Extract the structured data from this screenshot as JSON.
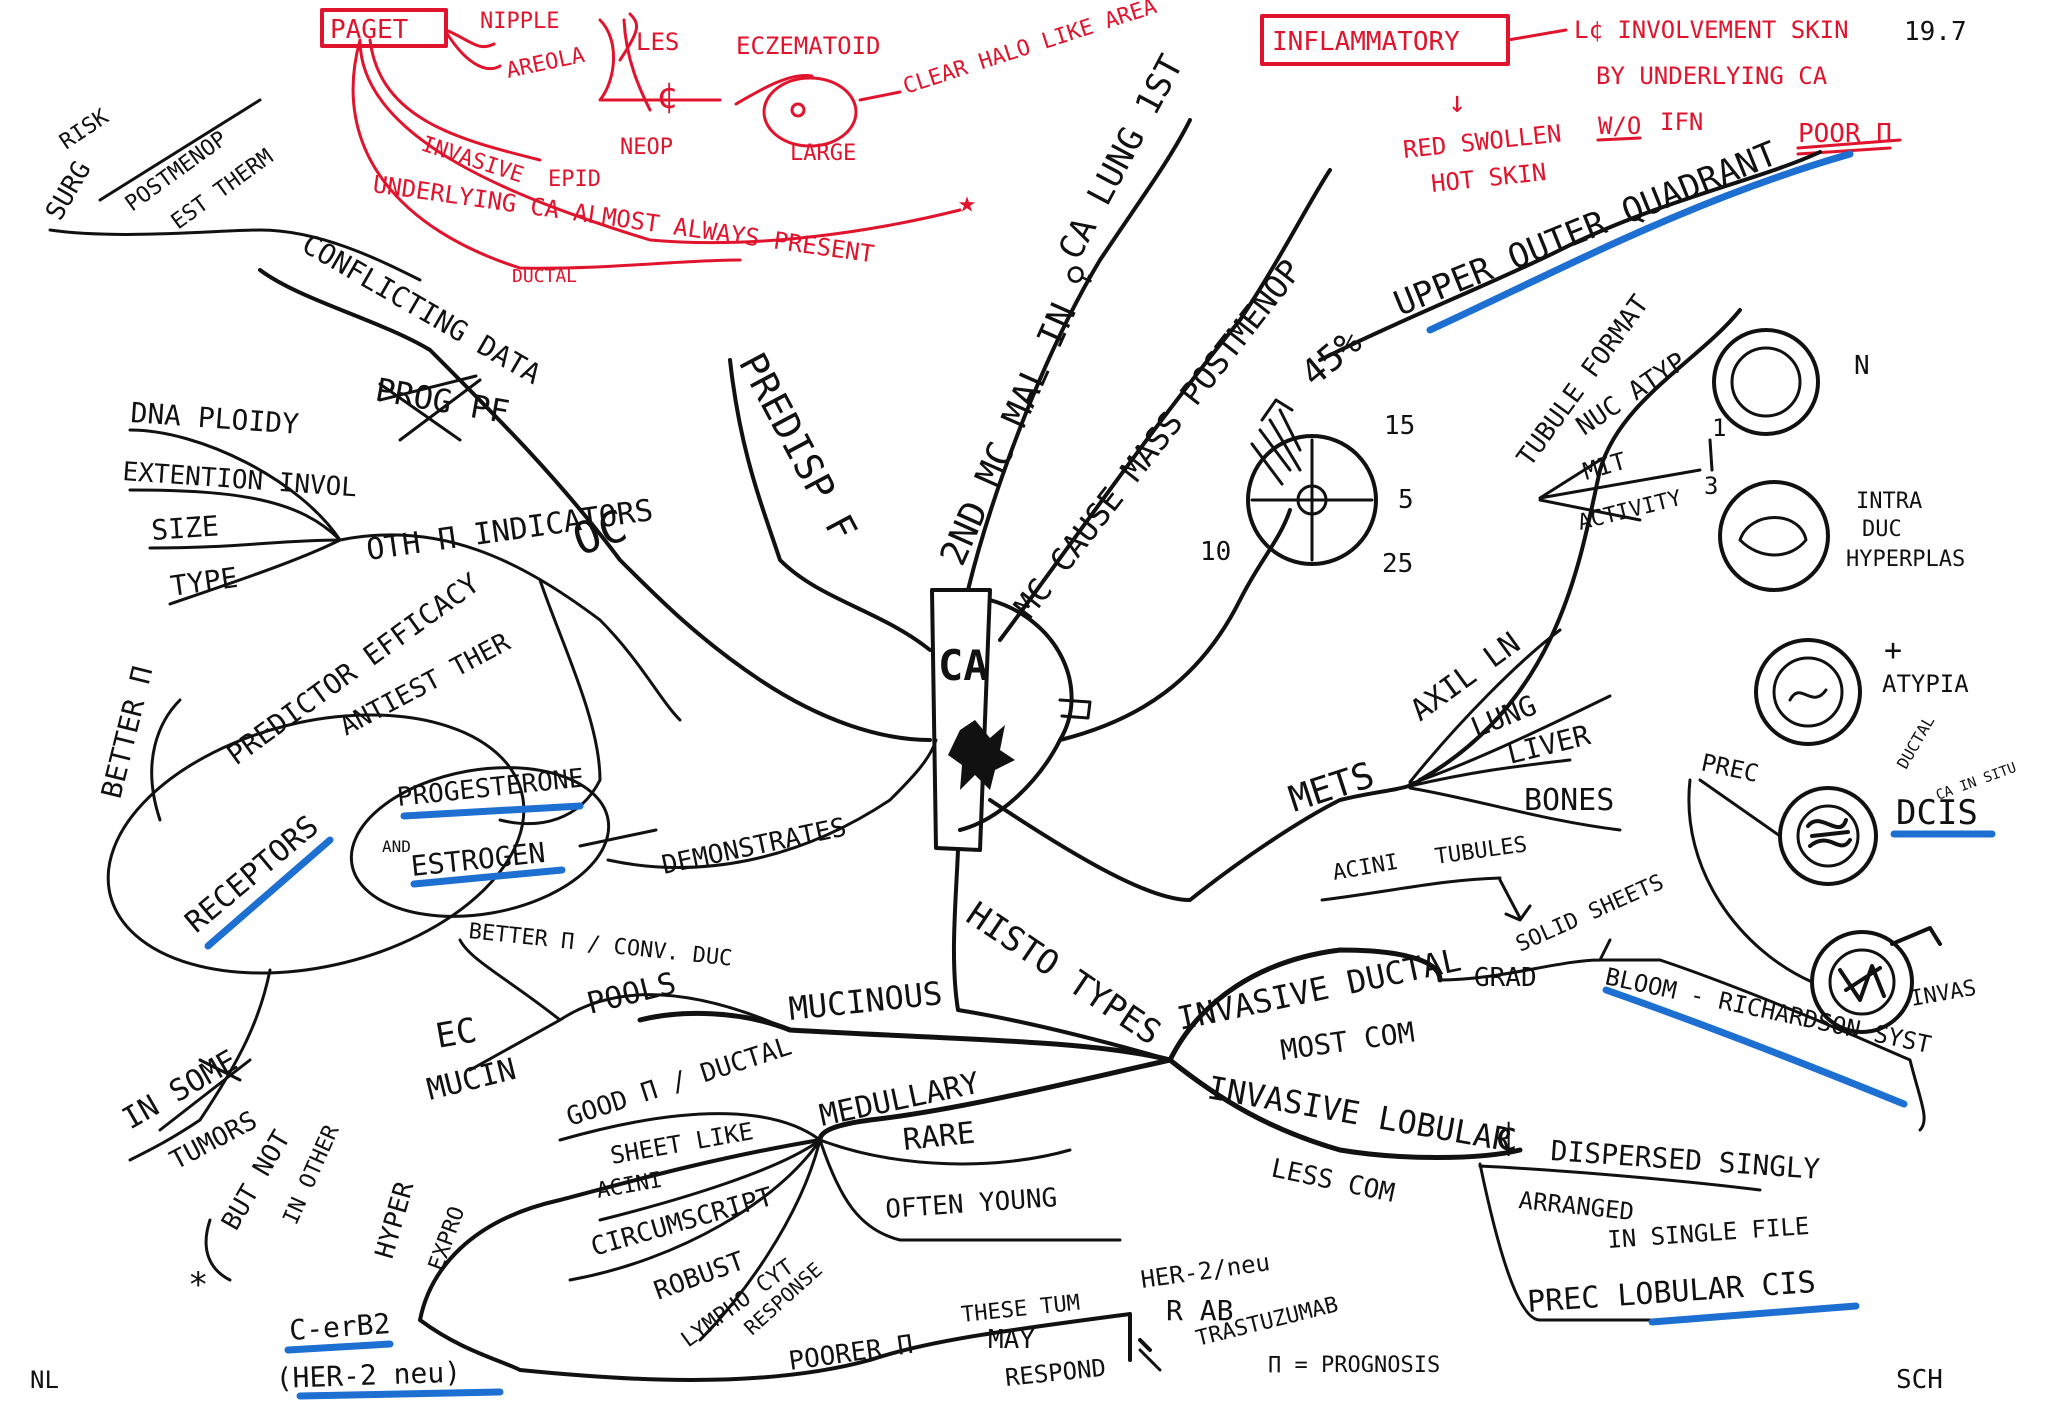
{
  "corner": {
    "date": "19.7",
    "bottom_left": "NL",
    "bottom_right": "SCH"
  },
  "center": {
    "label": "CA"
  },
  "paget": {
    "title": "PAGET",
    "nipple": "NIPPLE",
    "areola": "AREOLA",
    "les": "LES",
    "eczematoid": "ECZEMATOID",
    "c_symbol": "¢",
    "neop": "NEOP",
    "large": "LARGE",
    "clear_halo": "CLEAR HALO LIKE AREA",
    "invasive": "INVASIVE",
    "epid": "EPID",
    "underlying": "UNDERLYING CA ALMOST ALWAYS PRESENT",
    "star": "★",
    "ductal": "DUCTAL"
  },
  "inflammatory": {
    "title": "INFLAMMATORY",
    "line1": "L¢ INVOLVEMENT SKIN",
    "line2": "BY UNDERLYING CA",
    "arrow": "↓",
    "red_swollen": "RED SWOLLEN",
    "hot_skin": "HOT SKIN",
    "wo": "W/O",
    "ifn": "IFN",
    "poor": "POOR Π"
  },
  "upper_left": {
    "risk": "RISK",
    "surg": "SURG",
    "postmenop": "POSTMENOP",
    "est_therm": "EST THERM",
    "conflicting": "CONFLICTING DATA",
    "oc": "OC",
    "prog_pf": "PROG PF",
    "dna_ploidy": "DNA PLOIDY",
    "extention": "EXTENTION INVOL",
    "size": "SIZE",
    "type": "TYPE",
    "oth_indicators": "OTH Π INDICATORS",
    "predictor": "PREDICTOR EFFICACY",
    "antiest": "ANTIEST THER",
    "better_pi": "BETTER Π",
    "receptors": "RECEPTORS",
    "progesterone": "PROGESTERONE",
    "and": "AND",
    "estrogen": "ESTROGEN",
    "demonstrates": "DEMONSTRATES",
    "in_some": "IN SOME",
    "tumors": "TUMORS",
    "but_not": "BUT NOT",
    "in_other": "IN OTHER"
  },
  "top_branches": {
    "predisp": "PREDISP F",
    "second_mc": "2ND MC MAL IN ♀",
    "ca_lung": "CA LUNG 1ST",
    "mc_cause": "MC CAUSE MASS POSTMENOP"
  },
  "quadrant": {
    "percent": "45%",
    "text": "UPPER OUTER QUADRANT",
    "n15": "15",
    "n5": "5",
    "n10": "10",
    "n25": "25"
  },
  "grade": {
    "tubule": "TUBULE FORMAT",
    "nuc_atyp": "NUC ATYP",
    "mit": "MIT",
    "activity": "ACTIVITY",
    "n1": "1",
    "n3": "3",
    "n_label": "N",
    "intra": "INTRA",
    "duc": "DUC",
    "hyperplas": "HYPERPLAS",
    "plus": "+",
    "atypia": "ATYPIA",
    "prec": "PREC",
    "ductal_small": "DUCTAL",
    "ca_in_situ": "CA IN SITU",
    "dcis": "DCIS",
    "invas": "INVAS"
  },
  "mets": {
    "mets": "METS",
    "axil": "AXIL LN",
    "lung": "LUNG",
    "liver": "LIVER",
    "bones": "BONES"
  },
  "histo": {
    "histo_types": "HISTO TYPES",
    "invasive_ductal": "INVASIVE DUCTAL",
    "most_com": "MOST COM",
    "acini": "ACINI",
    "tubules": "TUBULES",
    "solid_sheets": "SOLID SHEETS",
    "grad": "GRAD",
    "bloom": "BLOOM - RICHARDSON SYST",
    "invasive_lobular": "INVASIVE LOBULAR",
    "c_sym": "¢",
    "dispersed": "DISPERSED SINGLY",
    "arranged": "ARRANGED",
    "single_file": "IN SINGLE FILE",
    "prec_lcis": "PREC LOBULAR CIS",
    "less_com": "LESS COM",
    "mucinous": "MUCINOUS",
    "better_conv": "BETTER Π / CONV. DUC",
    "ec": "EC",
    "pools": "POOLS",
    "mucin": "MUCIN",
    "medullary": "MEDULLARY",
    "good_ductal": "GOOD Π / DUCTAL",
    "sheet_like": "SHEET LIKE",
    "acini2": "ACINI",
    "circumscript": "CIRCUMSCRIPT",
    "robust": "ROBUST",
    "lympho": "LYMPHO CYT",
    "response": "RESPONSE",
    "rare": "RARE",
    "often_young": "OFTEN YOUNG",
    "hyper": "HYPER",
    "expro": "EXPRO",
    "c_erb": "C-erB2",
    "her2": "(HER-2 neu)",
    "poorer": "POORER Π",
    "these_tum": "THESE TUM",
    "may": "MAY",
    "respond": "RESPOND",
    "her2_neu": "HER-2/neu",
    "r_ab": "R AB",
    "trastuzumab": "TRASTUZUMAB",
    "pi_prognosis": "Π = PROGNOSIS",
    "asterisk": "*"
  }
}
